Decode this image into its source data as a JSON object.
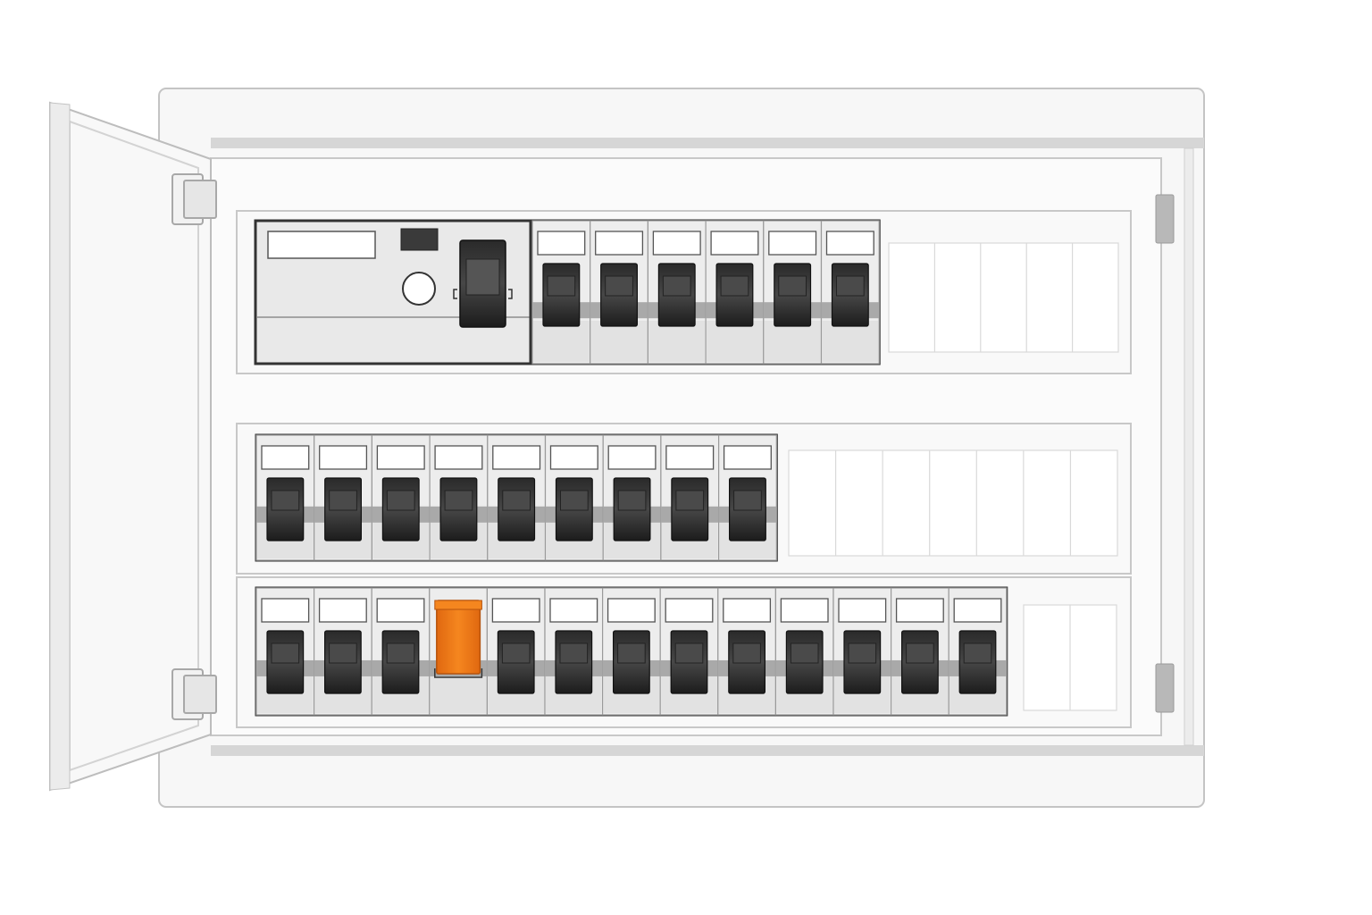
{
  "colors": {
    "page": "#ffffff",
    "enclosure": "#f7f7f7",
    "enclosure_stroke": "#c4c4c4",
    "frame_shadow": "#d2d2d2",
    "rail_panel": "#f9f9f9",
    "rail_panel_stroke": "#c8c8c8",
    "breaker_body": "#ededed",
    "breaker_lower": "#e2e2e2",
    "breaker_outline": "#333333",
    "breaker_divider": "#9a9a9a",
    "rail_band": "#a9a9a9",
    "toggle_dark": "#1e1e1e",
    "toggle_mid": "#3a3a3a",
    "label_white": "#ffffff",
    "empty_slot_line": "#d9d9d9",
    "accent_orange": "#f27a1a",
    "hinge": "#a8a8a8",
    "door": "#f8f8f8",
    "latch": "#b8b8b8"
  },
  "icons": {
    "door": "open-door-panel",
    "hinge": "hinge-icon",
    "latch": "latch-icon",
    "test_button": "test-button-icon",
    "indicator": "indicator-window-icon"
  },
  "rows": [
    {
      "breakers": 6,
      "empty_slots": 5,
      "has_rcd": true,
      "tripped_index": -1
    },
    {
      "breakers": 9,
      "empty_slots": 7,
      "has_rcd": false,
      "tripped_index": -1
    },
    {
      "breakers": 13,
      "empty_slots": 2,
      "has_rcd": false,
      "tripped_index": 3
    }
  ]
}
